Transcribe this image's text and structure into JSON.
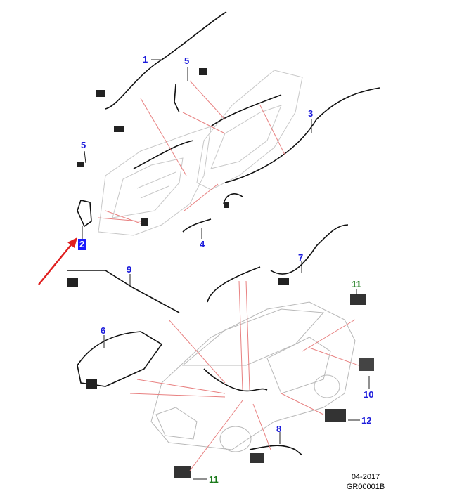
{
  "diagram": {
    "callouts": [
      {
        "id": "1",
        "color": "#1a1adb"
      },
      {
        "id": "5",
        "color": "#1a1adb"
      },
      {
        "id": "5",
        "color": "#1a1adb"
      },
      {
        "id": "3",
        "color": "#1a1adb"
      },
      {
        "id": "2",
        "color": "#ffffff",
        "highlight": "#1a1aff"
      },
      {
        "id": "4",
        "color": "#1a1adb"
      },
      {
        "id": "7",
        "color": "#1a1adb"
      },
      {
        "id": "9",
        "color": "#1a1adb"
      },
      {
        "id": "11",
        "color": "#1a7a1a"
      },
      {
        "id": "6",
        "color": "#1a1adb"
      },
      {
        "id": "10",
        "color": "#1a1adb"
      },
      {
        "id": "12",
        "color": "#1a1adb"
      },
      {
        "id": "8",
        "color": "#1a1adb"
      },
      {
        "id": "11",
        "color": "#1a7a1a"
      }
    ],
    "date": "04-2017",
    "ref": "GR00001B",
    "leader_color": "#e88080",
    "arrow_color": "#e02020"
  }
}
